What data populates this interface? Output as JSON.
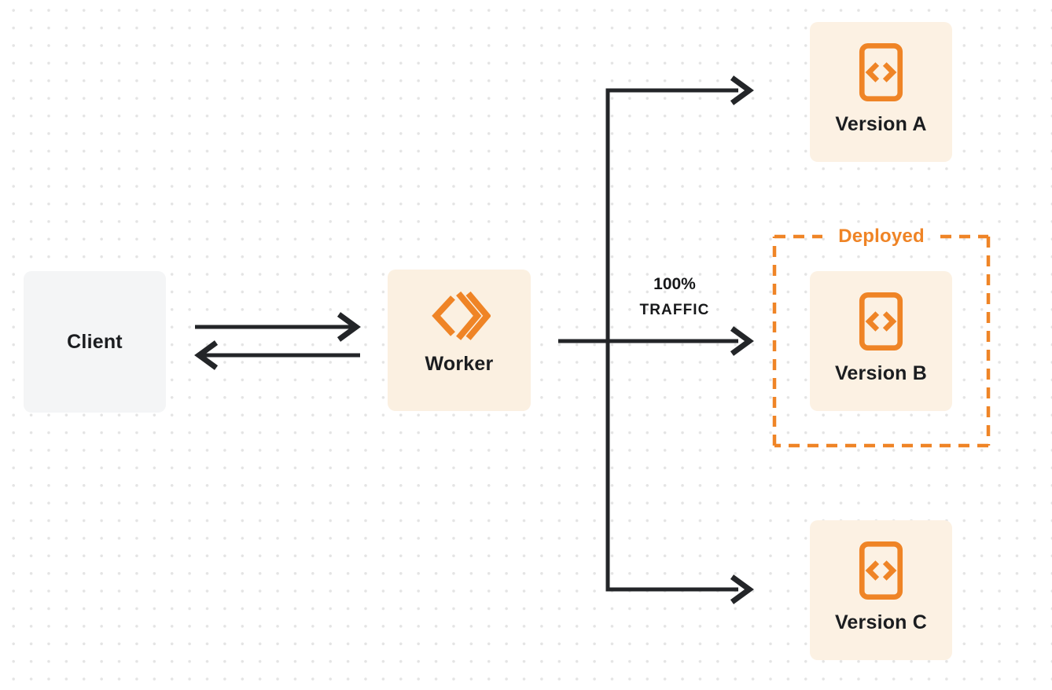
{
  "colors": {
    "accent_orange": "#EF8426",
    "warm_node_fill": "#FBF0E1",
    "gray_node_fill": "#F4F5F6",
    "line_dark": "#232528",
    "text_dark": "#1B1D20",
    "dot_grid": "#E4E4E4"
  },
  "nodes": {
    "client": {
      "label": "Client"
    },
    "worker": {
      "label": "Worker",
      "icon": "cloudflare-workers-logo"
    },
    "version_a": {
      "label": "Version A",
      "icon": "code-document-icon"
    },
    "version_b": {
      "label": "Version B",
      "icon": "code-document-icon"
    },
    "version_c": {
      "label": "Version C",
      "icon": "code-document-icon"
    }
  },
  "groups": {
    "deployed": {
      "label": "Deployed"
    }
  },
  "edges": {
    "worker_to_version_b": {
      "line1": "100%",
      "line2": "TRAFFIC"
    }
  }
}
